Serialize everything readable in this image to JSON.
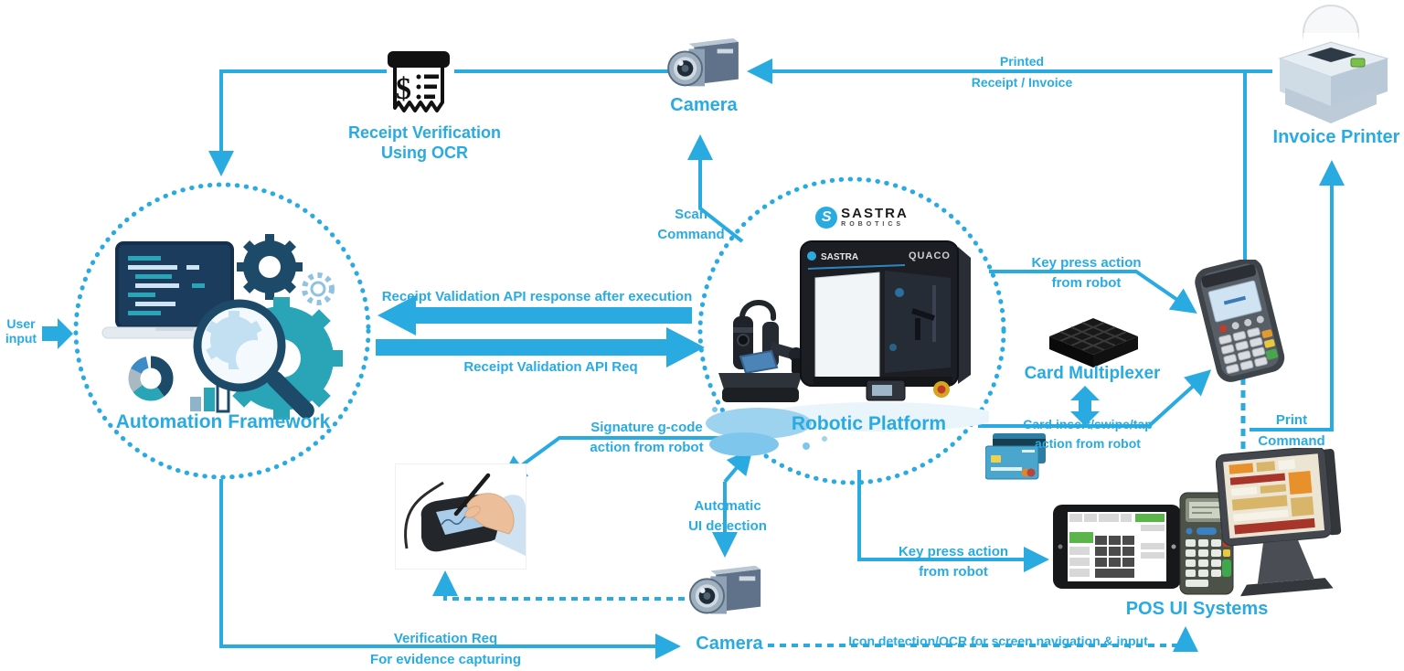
{
  "colors": {
    "accent": "#29abe2"
  },
  "nodes": {
    "user_input": {
      "line1": "User",
      "line2": "input"
    },
    "receipt_ocr": {
      "line1": "Receipt Verification",
      "line2": "Using OCR"
    },
    "camera_top": {
      "label": "Camera"
    },
    "invoice_printer": {
      "label": "Invoice Printer"
    },
    "automation_framework": {
      "label": "Automation Framework"
    },
    "robotic_platform": {
      "label": "Robotic Platform",
      "logo_text": "SASTRA",
      "logo_sub": "ROBOTICS",
      "machine_brand": "SASTRA",
      "machine_model": "QUACO"
    },
    "card_multiplexer": {
      "label": "Card Multiplexer"
    },
    "pos_ui_systems": {
      "label": "POS UI Systems"
    },
    "camera_bottom": {
      "label": "Camera"
    }
  },
  "edges": {
    "printed_receipt": {
      "line1": "Printed",
      "line2": "Receipt / Invoice"
    },
    "scan_command": {
      "line1": "Scan",
      "line2": "Command"
    },
    "api_response": {
      "label": "Receipt Validation API response after execution"
    },
    "api_request": {
      "label": "Receipt Validation API Req"
    },
    "key_press_pos_terminal": {
      "line1": "Key press action",
      "line2": "from robot"
    },
    "card_action": {
      "line1": "Card insert/swipe/tap",
      "line2": "action from robot"
    },
    "print_command": {
      "line1": "Print",
      "line2": "Command"
    },
    "key_press_pos_ui": {
      "line1": "Key press action",
      "line2": "from robot"
    },
    "signature_gcode": {
      "line1": "Signature g-code",
      "line2": "action from robot"
    },
    "automatic_ui_detection": {
      "line1": "Automatic",
      "line2": "UI detection"
    },
    "verification_req": {
      "line1": "Verification Req",
      "line2": "For evidence capturing"
    },
    "icon_detection": {
      "label": "Icon detection/OCR for screen navigation & input"
    }
  }
}
